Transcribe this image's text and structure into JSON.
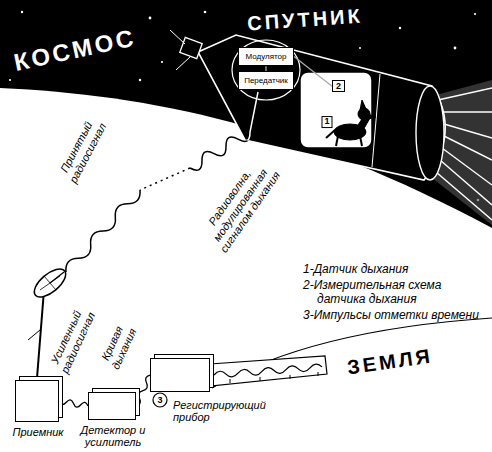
{
  "diagram": {
    "nodes": [
      {
        "text": [
          "Модулятор"
        ]
      },
      {
        "text": [
          "Передатчик"
        ]
      },
      {
        "text": [
          "2"
        ]
      },
      {
        "text": [
          "Приемник"
        ]
      },
      {
        "text": [
          "Детектор и усилитель"
        ]
      },
      {
        "text": [
          "Регистрирующий прибор"
        ]
      }
    ],
    "edges": [
      {
        "from": 2,
        "to": 0,
        "arrow": "none"
      },
      {
        "from": 0,
        "to": 1,
        "arrow": "none"
      },
      {
        "from": 3,
        "to": 4,
        "label": "Усиленный радиосигнал",
        "arrow": "none"
      },
      {
        "from": 4,
        "to": 5,
        "label": "Кривая дыхания",
        "arrow": "none"
      }
    ],
    "labels": [
      "КОСМОС",
      "СПУТНИК",
      "Принятый радиосигнал",
      "Радиоволна, модулированная сигналом дыхания",
      "1",
      "ЗЕМЛЯ",
      "3"
    ],
    "legend": [
      {
        "text": "1-Датчик дыхания"
      },
      {
        "text": "2-Измерительная схема датчика дыхания"
      },
      {
        "text": "3-Импульсы отметки времени"
      }
    ]
  }
}
